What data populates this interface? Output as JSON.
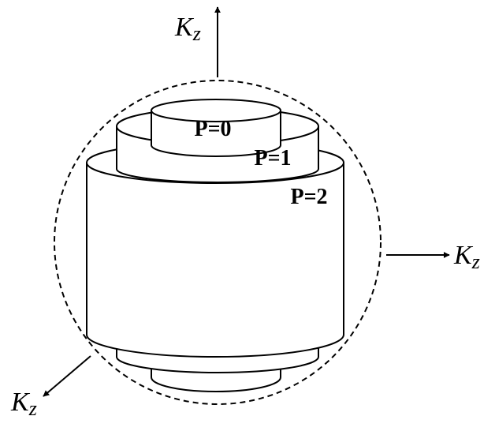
{
  "labels": {
    "p0": "P=0",
    "p1": "P=1",
    "p2": "P=2"
  },
  "axes": {
    "top": {
      "main": "K",
      "sub": "z"
    },
    "right": {
      "main": "K",
      "sub": "z"
    },
    "bottom_left": {
      "main": "K",
      "sub": "z"
    }
  }
}
